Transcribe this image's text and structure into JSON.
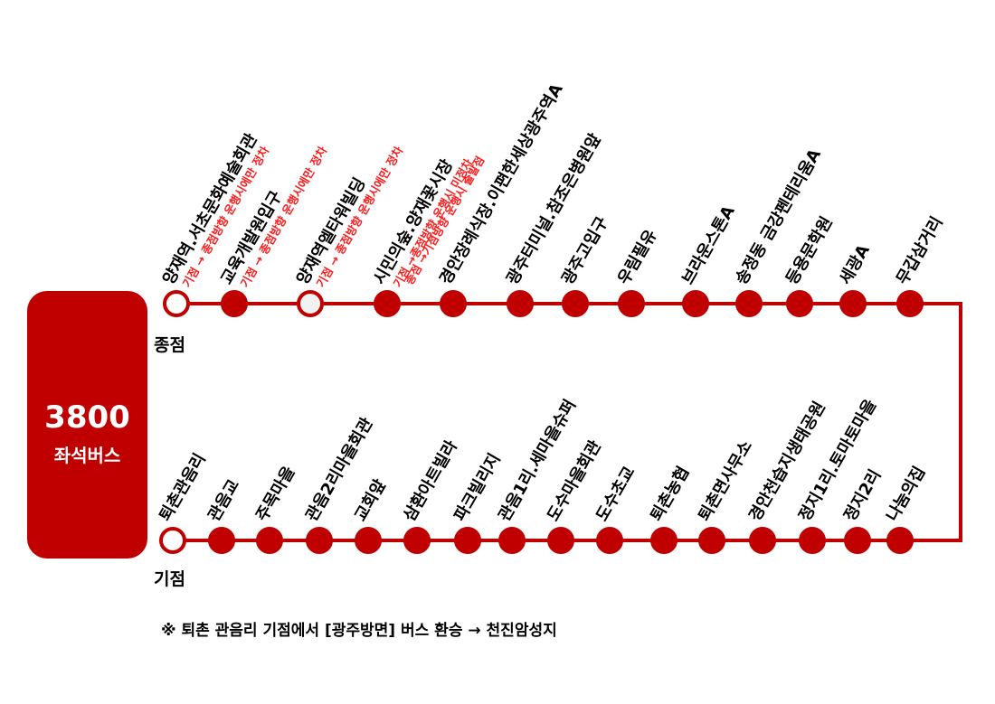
{
  "route": {
    "number": "3800",
    "type": "좌석버스"
  },
  "colors": {
    "line": "#c00000",
    "note": "#ff1a1a",
    "open_stop_fill": "#ffffff",
    "light_stop_fill": "#f2f2f2"
  },
  "top_endpoint_label": "종점",
  "bottom_endpoint_label": "기점",
  "top_stops": [
    {
      "name": "양재역.서초문화예술회관",
      "style": "open",
      "notes": [
        "기점 → 종점방향 운행시에만 정차"
      ]
    },
    {
      "name": "교육개발원입구",
      "style": "filled",
      "notes": [
        "기점 → 종점방향 운행시에만 정차"
      ]
    },
    {
      "name": "양재역엘타워빌딩",
      "style": "light",
      "notes": [
        "기점 → 종점방향 운행시에만 정차"
      ]
    },
    {
      "name": "시민의숲.양재꽃시장",
      "style": "filled",
      "notes": [
        "기점 →종점방향 운행시 미정차",
        "종점 →기점방향 운행시 출발점"
      ]
    },
    {
      "name": "경안장례식장.이편한세상광주역A",
      "style": "filled",
      "notes": []
    },
    {
      "name": "광주터미널.참조은병원앞",
      "style": "filled",
      "notes": []
    },
    {
      "name": "광주고입구",
      "style": "filled",
      "notes": []
    },
    {
      "name": "우림필유",
      "style": "filled",
      "notes": []
    },
    {
      "name": "브라운스톤A",
      "style": "filled",
      "notes": []
    },
    {
      "name": "송정동 금강펜테리움A",
      "style": "filled",
      "notes": []
    },
    {
      "name": "등용문학원",
      "style": "filled",
      "notes": []
    },
    {
      "name": "세광A",
      "style": "filled",
      "notes": []
    },
    {
      "name": "무갑삼거리",
      "style": "filled",
      "notes": []
    }
  ],
  "bottom_stops": [
    {
      "name": "퇴촌관음리",
      "style": "open"
    },
    {
      "name": "관음교",
      "style": "filled"
    },
    {
      "name": "주목마을",
      "style": "filled"
    },
    {
      "name": "관음2리마을회관",
      "style": "filled"
    },
    {
      "name": "교회앞",
      "style": "filled"
    },
    {
      "name": "삼환아트빌라",
      "style": "filled"
    },
    {
      "name": "파크빌리지",
      "style": "filled"
    },
    {
      "name": "관음1리.세마을슈퍼",
      "style": "filled"
    },
    {
      "name": "도수마을회관",
      "style": "filled"
    },
    {
      "name": "도수초교",
      "style": "filled"
    },
    {
      "name": "퇴촌농협",
      "style": "filled"
    },
    {
      "name": "퇴촌면사무소",
      "style": "filled"
    },
    {
      "name": "경안천습지생태공원",
      "style": "filled"
    },
    {
      "name": "정지1리.토마토마을",
      "style": "filled"
    },
    {
      "name": "정지2리",
      "style": "filled"
    },
    {
      "name": "나눔의집",
      "style": "filled"
    }
  ],
  "footnote": "※ 퇴촌 관음리 기점에서 [광주방면] 버스 환승 → 천진암성지"
}
